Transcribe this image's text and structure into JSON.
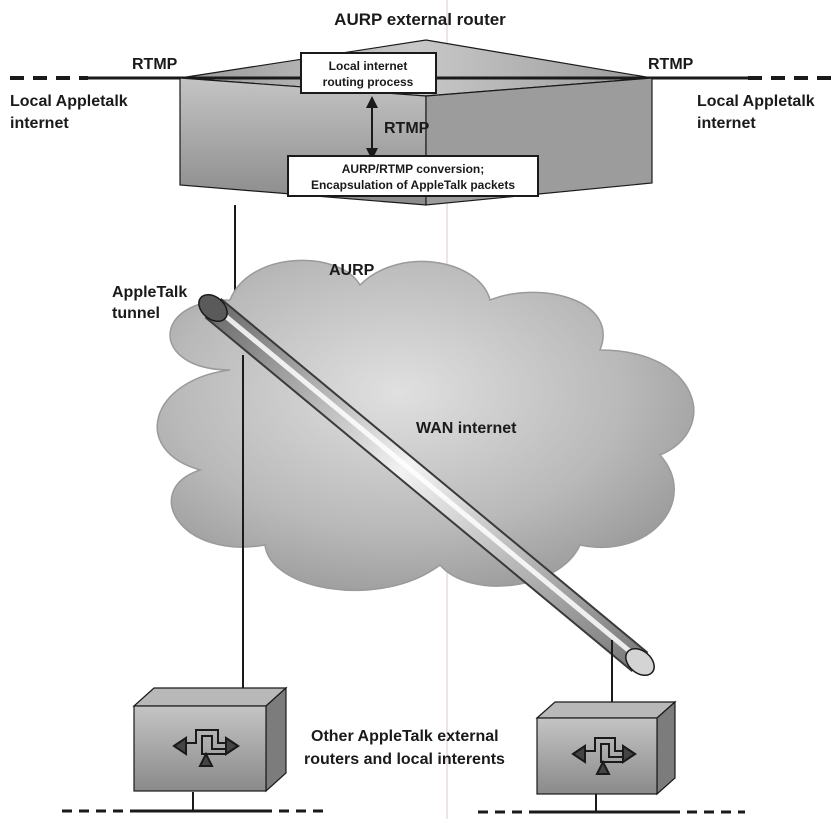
{
  "router_title": "AURP external router",
  "links": {
    "rtmp_left": "RTMP",
    "rtmp_right": "RTMP",
    "rtmp_internal": "RTMP",
    "aurp": "AURP"
  },
  "local_left": {
    "line1": "Local Appletalk",
    "line2": "internet"
  },
  "local_right": {
    "line1": "Local Appletalk",
    "line2": "internet"
  },
  "process_box": {
    "line1": "Local internet",
    "line2": "routing process"
  },
  "conversion_box": {
    "line1": "AURP/RTMP conversion;",
    "line2": "Encapsulation of AppleTalk packets"
  },
  "tunnel_label": {
    "line1": "AppleTalk",
    "line2": "tunnel"
  },
  "wan_label": "WAN internet",
  "other_routers": {
    "line1": "Other AppleTalk external",
    "line2": "routers and local interents"
  },
  "colors": {
    "line": "#1a1a1a",
    "router_top": "#a9a9a9",
    "router_front": "#8f8f8f",
    "cloud": "#b4b4b4",
    "label_box": "#ffffff"
  },
  "icons": [
    "router-icon",
    "tunnel-pipe",
    "cloud-shape",
    "double-arrow-icon"
  ]
}
